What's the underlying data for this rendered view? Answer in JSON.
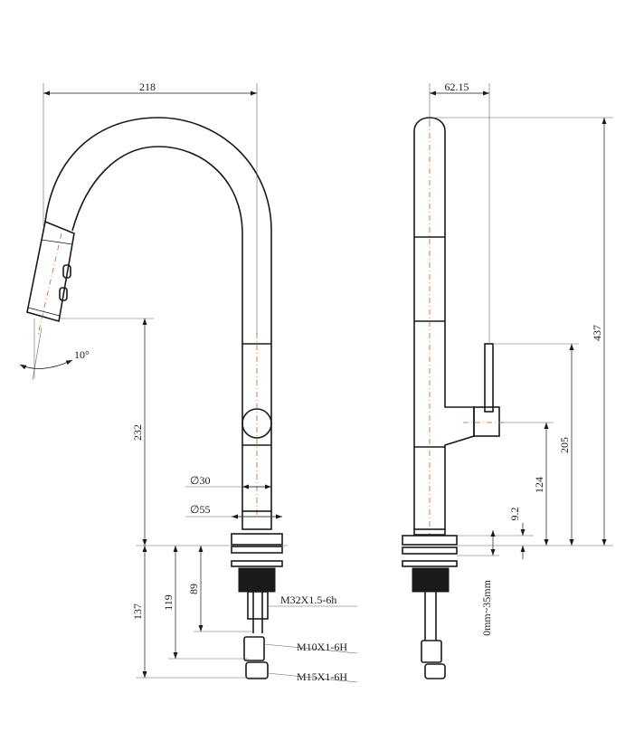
{
  "front_view": {
    "dims": {
      "width_total": "218",
      "spout_angle": "10°",
      "height_to_outlet": "232",
      "body_diameter": "∅30",
      "base_diameter": "∅55",
      "below_deck_total": "137",
      "below_deck_119": "119",
      "below_deck_89": "89"
    },
    "threads": {
      "mount_thread": "M32X1.5-6h",
      "hose_thread_1": "M10X1-6H",
      "hose_thread_2": "M15X1-6H"
    }
  },
  "side_view": {
    "dims": {
      "spout_offset": "62.15",
      "overall_height": "437",
      "handle_height": "205",
      "lever_height": "124",
      "base_thickness": "9.2",
      "deck_range": "0mm~35mm"
    }
  },
  "colors": {
    "line": "#1a1a1a",
    "centerline": "#c0602a",
    "background": "#ffffff"
  }
}
